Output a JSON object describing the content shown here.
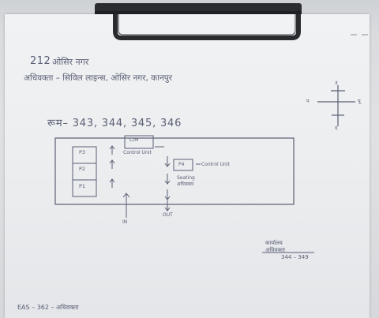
{
  "sheet": {
    "heading_number": "212",
    "heading_text": "ओसिर नगर",
    "address": "अधिवक्ता – सिविल लाइन्स, ओसिर नगर, कानपुर",
    "rooms_line": "रूम– 343, 344, 345, 346",
    "compass": {
      "north": "उ",
      "south": "द",
      "east": "पू",
      "west": "प"
    },
    "diagram": {
      "stairs": [
        "P3",
        "P2",
        "P1"
      ],
      "upper_box": "C/M",
      "control_unit_label": "Control Unit",
      "p4_box": "P4",
      "p4_note": "Control Unit",
      "seating_note": "Seating अधिवक्ता",
      "in_label": "IN",
      "out_label": "OUT"
    },
    "signature": {
      "line1": "कार्यालय",
      "line2": "अधिवक्ता",
      "line3": "344 – 349"
    },
    "footer_note": "EAS – 362 – अधिवक्ता"
  }
}
